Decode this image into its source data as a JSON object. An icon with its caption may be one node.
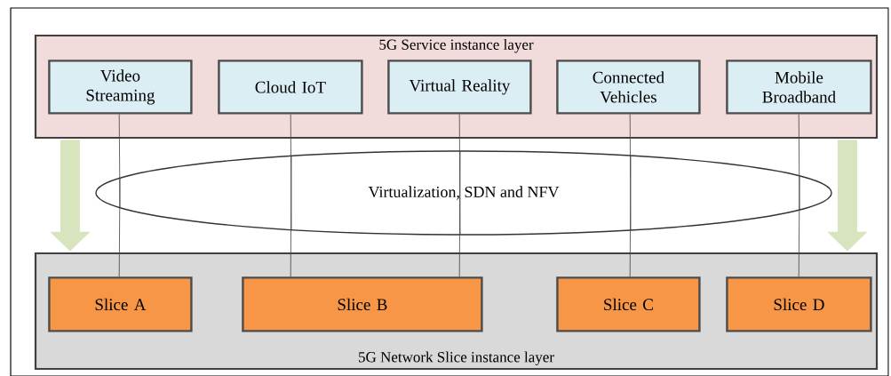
{
  "diagram": {
    "nodes": [
      {
        "text": [
          "5G Service instance layer"
        ]
      },
      {
        "text": [
          "Video Streaming"
        ],
        "in": 0
      },
      {
        "text": [
          "Cloud IoT"
        ],
        "in": 0
      },
      {
        "text": [
          "Virtual Reality"
        ],
        "in": 0
      },
      {
        "text": [
          "Connected Vehicles"
        ],
        "in": 0
      },
      {
        "text": [
          "Mobile Broadband"
        ],
        "in": 0
      },
      {
        "text": [
          "Virtualization, SDN and NFV"
        ]
      },
      {
        "text": [
          "5G Network Slice instance layer"
        ]
      },
      {
        "text": [
          "Slice A"
        ],
        "in": 7
      },
      {
        "text": [
          "Slice B"
        ],
        "in": 7
      },
      {
        "text": [
          "Slice C"
        ],
        "in": 7
      },
      {
        "text": [
          "Slice D"
        ],
        "in": 7
      }
    ],
    "edges": [
      {
        "from": 1,
        "to": 6,
        "arrow": "none"
      },
      {
        "from": 2,
        "to": 6,
        "arrow": "none"
      },
      {
        "from": 3,
        "to": 6,
        "arrow": "none"
      },
      {
        "from": 4,
        "to": 6,
        "arrow": "none"
      },
      {
        "from": 5,
        "to": 6,
        "arrow": "none"
      },
      {
        "from": 6,
        "to": 8,
        "arrow": "none"
      },
      {
        "from": 6,
        "to": 9,
        "arrow": "none"
      },
      {
        "from": 6,
        "to": 9,
        "arrow": "none"
      },
      {
        "from": 6,
        "to": 10,
        "arrow": "none"
      },
      {
        "from": 6,
        "to": 11,
        "arrow": "none"
      },
      {
        "from": 0,
        "to": 7,
        "arrow": "to",
        "style": "thick",
        "color": "#d7e4bd"
      },
      {
        "from": 0,
        "to": 7,
        "arrow": "to",
        "style": "thick",
        "color": "#d7e4bd"
      }
    ]
  }
}
